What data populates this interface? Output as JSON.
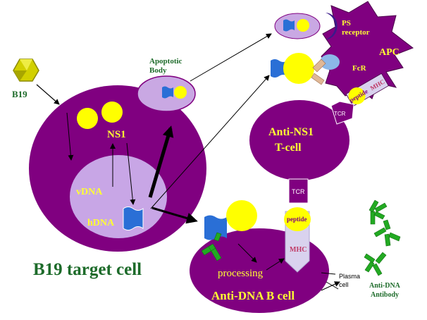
{
  "labels": {
    "virus": "B19",
    "apoptotic_body_line1": "Apoptotic",
    "apoptotic_body_line2": "Body",
    "ns1": "NS1",
    "vdna": "vDNA",
    "hdna": "hDNA",
    "target_cell": "B19 target cell",
    "ps_receptor_line1": "PS",
    "ps_receptor_line2": "receptor",
    "apc": "APC",
    "fcr": "FcR",
    "peptide_mhc_peptide": "peptide",
    "peptide_mhc_mhc": "MHC",
    "tcr_top": "TCR",
    "tcell_line1": "Anti-NS1",
    "tcell_line2": "T-cell",
    "tcr_bottom": "TCR",
    "peptide": "peptide",
    "mhc": "MHC",
    "processing": "processing",
    "bcell": "Anti-DNA B cell",
    "plasma_line1": "Plasma",
    "plasma_line2": "cell",
    "antibody_line1": "Anti-DNA",
    "antibody_line2": "Antibody"
  },
  "colors": {
    "cell_purple": "#800080",
    "nucleus_lavender": "#c8a6e6",
    "apoptotic_body": "#c9a8e3",
    "ns1_yellow": "#ffff00",
    "virus_yellow": "#d2d000",
    "dna_blue": "#2a6fd6",
    "label_yellow": "#ffff33",
    "label_green": "#1d6b2a",
    "antibody_green": "#22aa22",
    "mhc_lavender": "#d9d2ee",
    "mhc_text": "#c03a66",
    "fcr_blue": "#8cb8e8",
    "fc_tan": "#e0b896"
  }
}
